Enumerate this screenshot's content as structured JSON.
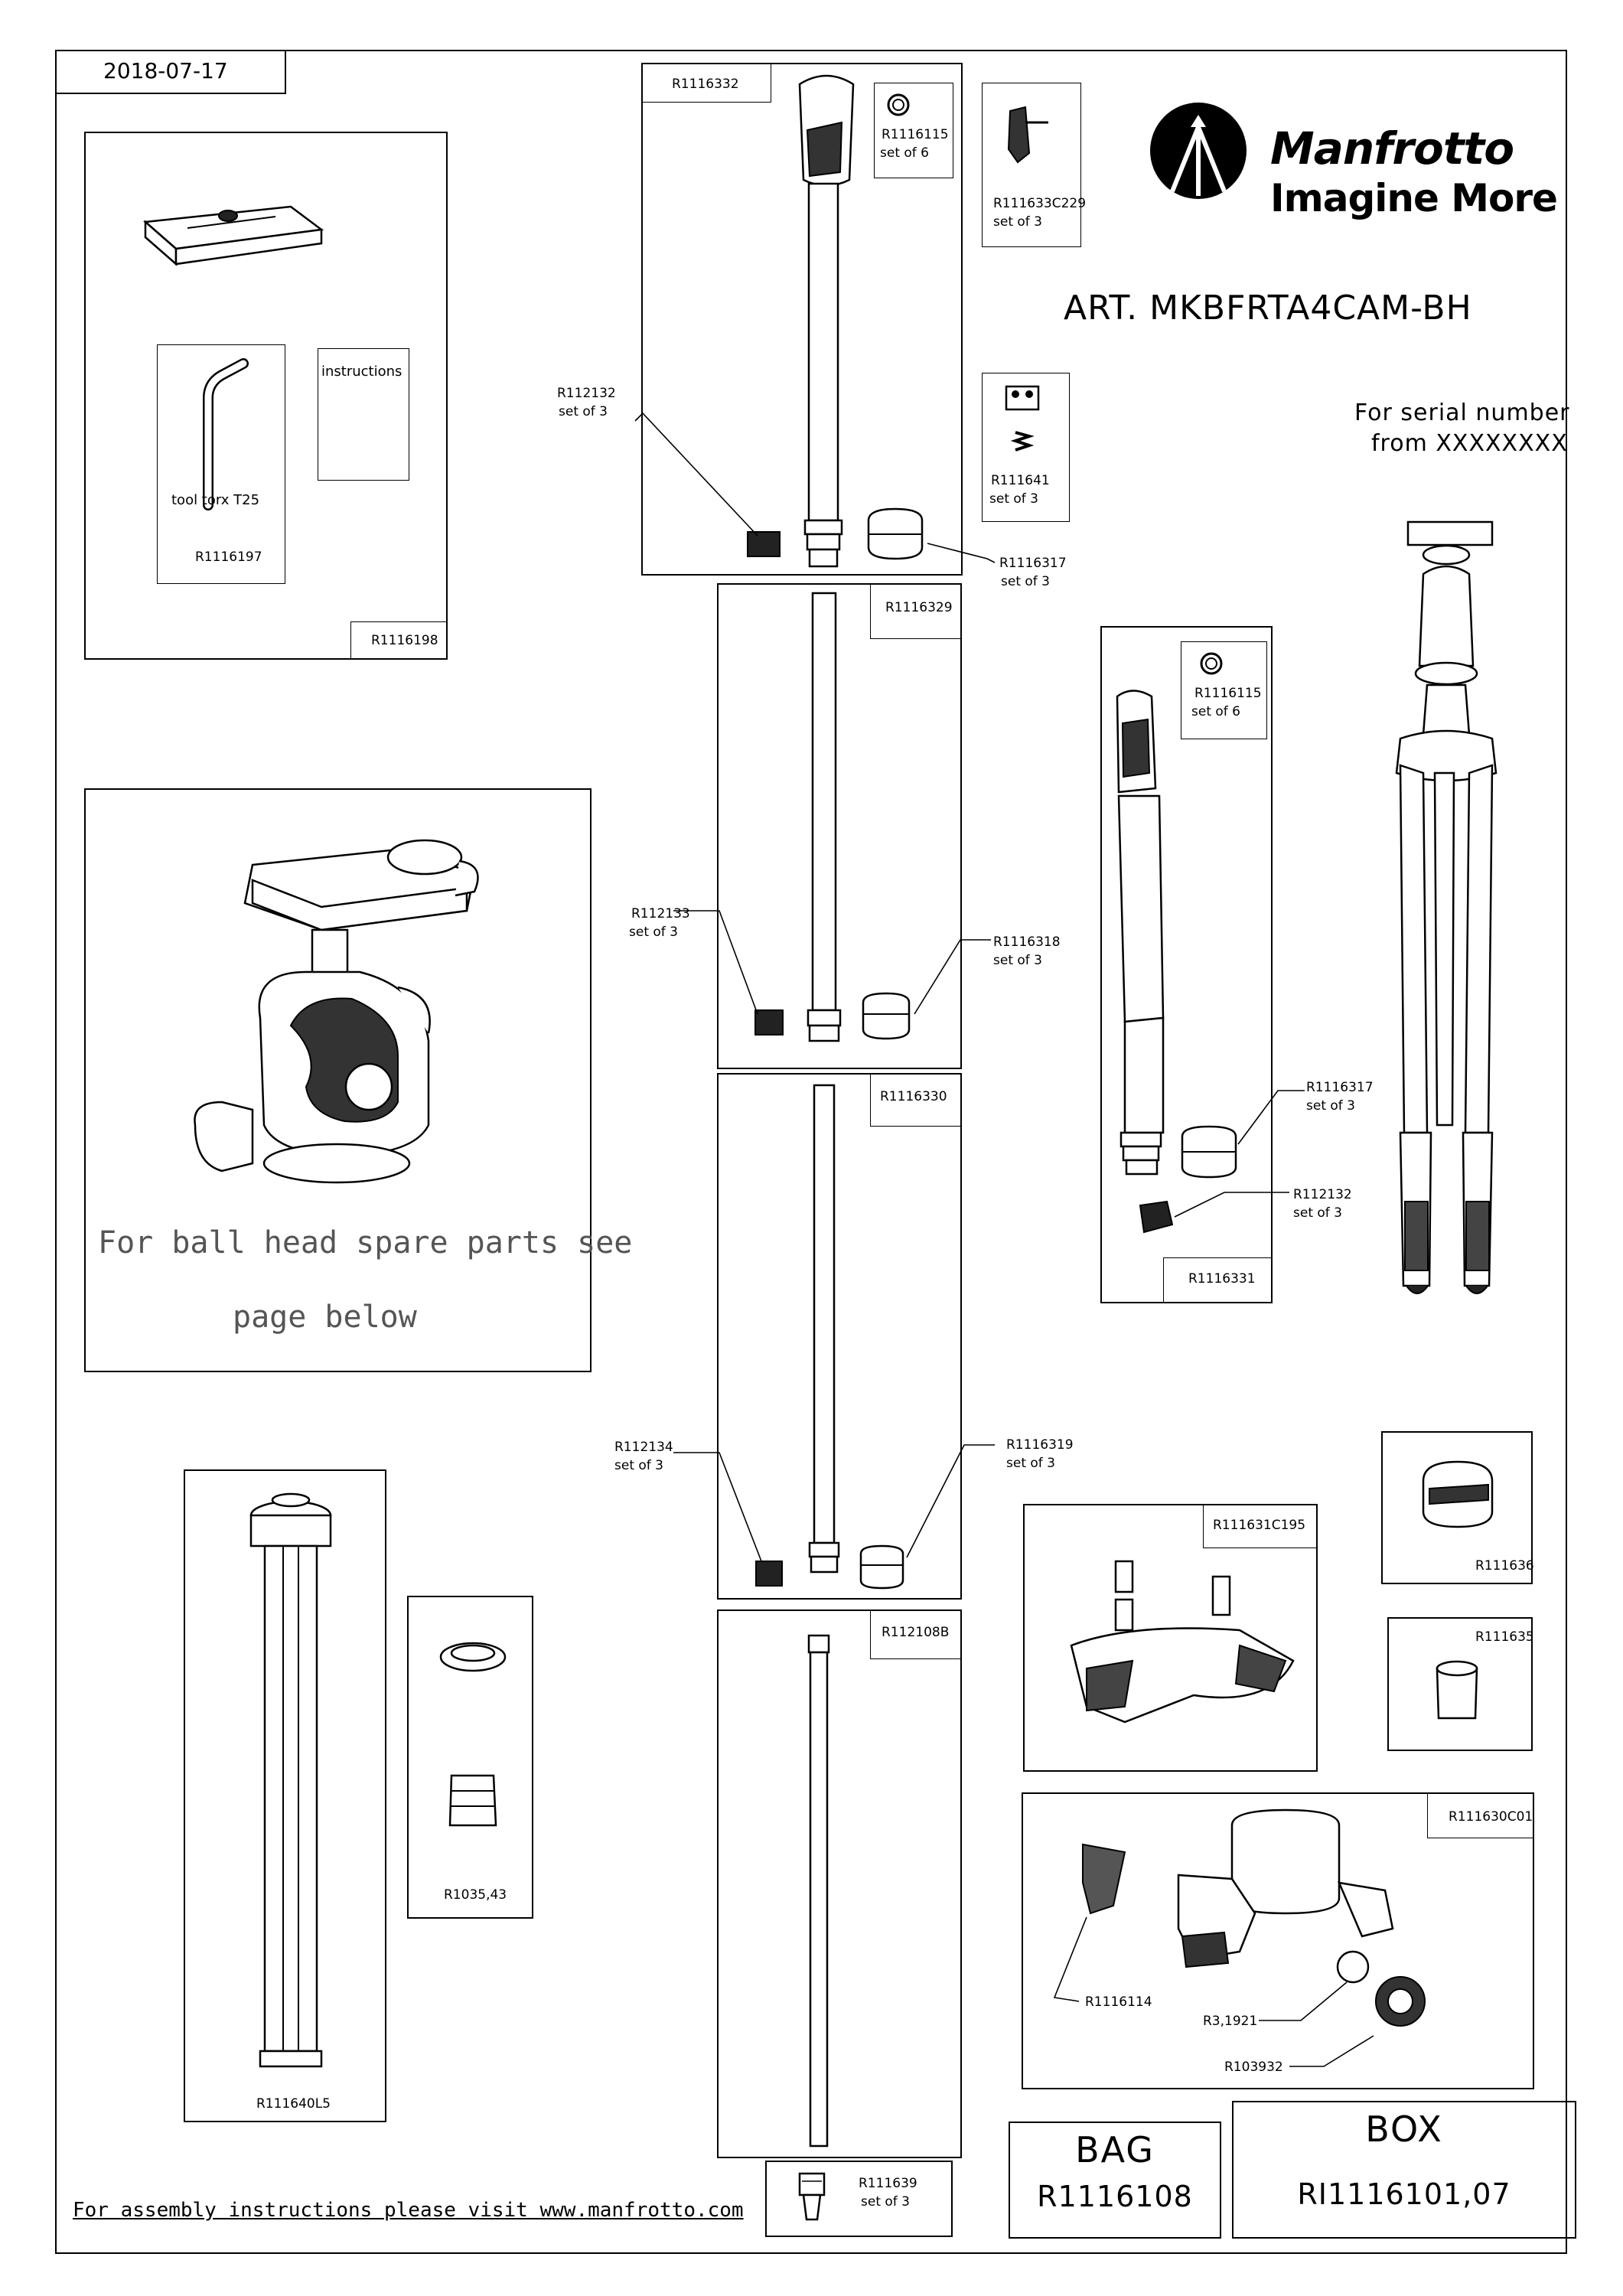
{
  "header": {
    "date": "2018-07-17",
    "brand": "Manfrotto",
    "slogan": "Imagine More",
    "article": "ART. MKBFRTA4CAM-BH",
    "serial_line1": "For serial number",
    "serial_line2": "from XXXXXXXX"
  },
  "accessories": {
    "box_code": "R1116198",
    "tool_label": "tool torx T25",
    "tool_code": "R1116197",
    "instructions_label": "instructions"
  },
  "ballhead": {
    "note_line1": "For ball head spare parts see",
    "note_line2": "page below"
  },
  "leg_top": {
    "code": "R1116332",
    "ring_code": "R1116115",
    "ring_qty": "set of 6",
    "lever_code": "R111633C229",
    "lever_qty": "set of 3",
    "spring_code": "R111641",
    "spring_qty": "set of 3",
    "foot_code": "R112132",
    "foot_qty": "set of 3",
    "collar_code": "R1116317",
    "collar_qty": "set of 3"
  },
  "leg_section2": {
    "code": "R1116329",
    "foot_code": "R112133",
    "foot_qty": "set of 3",
    "collar_code": "R1116318",
    "collar_qty": "set of 3"
  },
  "leg_section3": {
    "code": "R1116330",
    "foot_code": "R112134",
    "foot_qty": "set of 3",
    "collar_code": "R1116319",
    "collar_qty": "set of 3"
  },
  "leg_section4": {
    "code": "R112108B"
  },
  "foot_spike": {
    "code": "R111639",
    "qty": "set of 3"
  },
  "leg_alt": {
    "code": "R1116331",
    "ring_code": "R1116115",
    "ring_qty": "set of 6",
    "collar_code": "R1116317",
    "collar_qty": "set of 3",
    "foot_code": "R112132",
    "foot_qty": "set of 3"
  },
  "center_column": {
    "code": "R111640L5"
  },
  "column_parts": {
    "code": "R1035,43"
  },
  "collar_r111636": {
    "code": "R111636"
  },
  "collar_r111635": {
    "code": "R111635"
  },
  "spider": {
    "code": "R111631C195"
  },
  "casting": {
    "code": "R111630C01",
    "lever_code": "R1116114",
    "knob_code": "R3,1921",
    "cap_code": "R103932"
  },
  "bag": {
    "title": "BAG",
    "code": "R1116108"
  },
  "box": {
    "title": "BOX",
    "code": "RI1116101,07"
  },
  "footer": {
    "assembly_note": "For assembly instructions please visit www.manfrotto.com"
  },
  "colors": {
    "ink": "#000000",
    "paper": "#ffffff"
  },
  "icons": [
    "tripod-logo-icon",
    "allen-key-icon",
    "ball-head-icon",
    "tripod-icon"
  ]
}
